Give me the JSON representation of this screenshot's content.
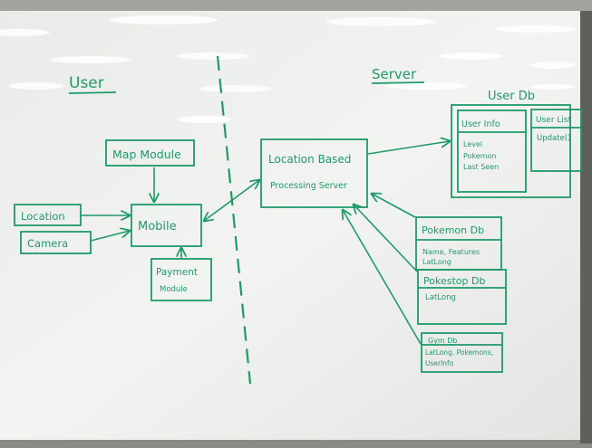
{
  "colors": {
    "marker": "#1f9a6a",
    "board": "#f1f2ef",
    "frame": "#8b8b86"
  },
  "labels": {
    "user": "User",
    "server": "Server",
    "user_db": "User Db",
    "map_module": "Map Module",
    "location": "Location",
    "camera": "Camera",
    "mobile": "Mobile",
    "payment_line1": "Payment",
    "payment_line2": "Module",
    "processing_line1": "Location Based",
    "processing_line2": "Processing Server",
    "user_info": "User Info",
    "user_info_items": [
      "Level",
      "Pokemon",
      "Last Seen"
    ],
    "user_list": "User List",
    "update": "Update()",
    "pokemon_db": "Pokemon Db",
    "pokemon_db_line1": "Name, Features",
    "pokemon_db_line2": "LatLong",
    "pokestop_db": "Pokestop Db",
    "pokestop_db_line1": "LatLong",
    "gym_db": "Gym Db",
    "gym_db_line1": "LatLong, Pokemons,",
    "gym_db_line2": "UserInfo"
  }
}
